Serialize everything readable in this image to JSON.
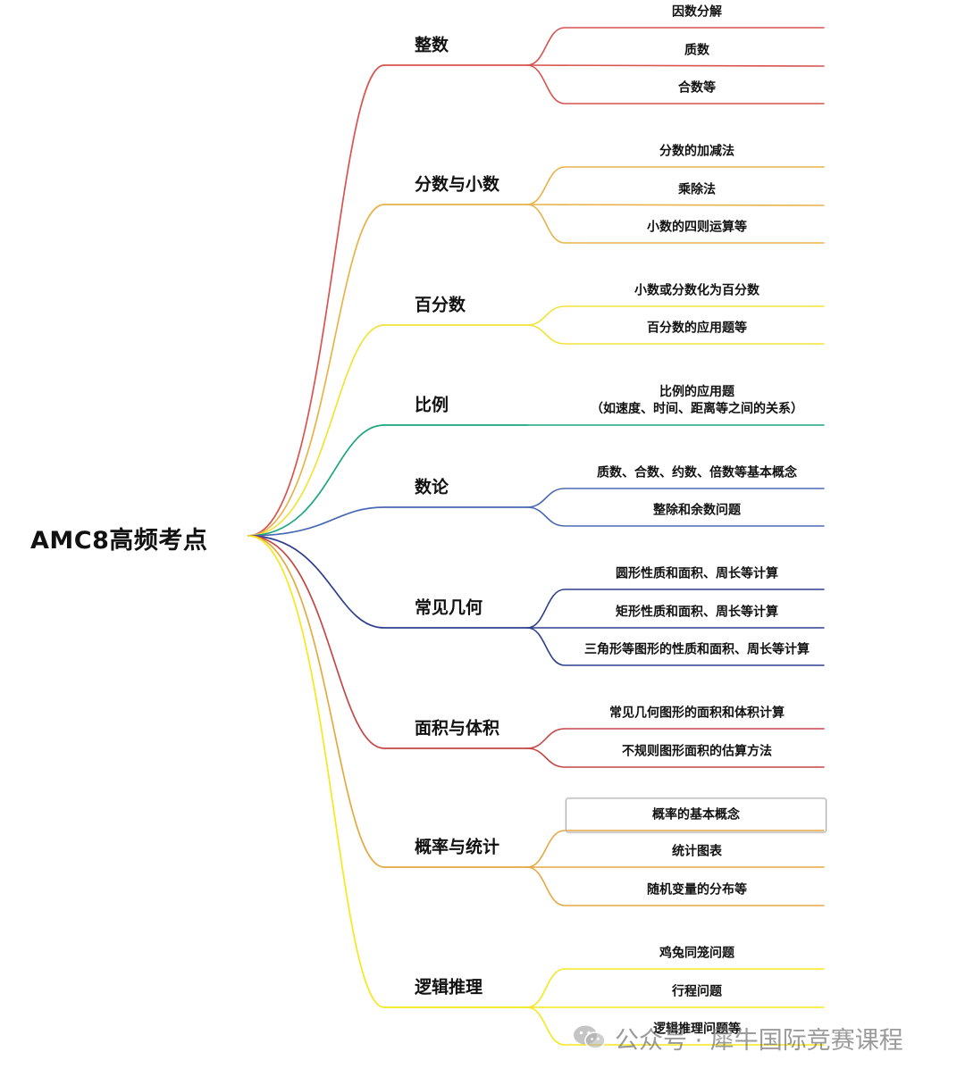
{
  "root": {
    "label": "AMC8高频考点"
  },
  "branches": [
    {
      "label": "整数",
      "color": "#d9534f",
      "leaves": [
        {
          "text": "因数分解"
        },
        {
          "text": "质数"
        },
        {
          "text": "合数等"
        }
      ]
    },
    {
      "label": "分数与小数",
      "color": "#e8b34a",
      "leaves": [
        {
          "text": "分数的加减法"
        },
        {
          "text": "乘除法"
        },
        {
          "text": "小数的四则运算等"
        }
      ]
    },
    {
      "label": "百分数",
      "color": "#f2e339",
      "leaves": [
        {
          "text": "小数或分数化为百分数"
        },
        {
          "text": "百分数的应用题等"
        }
      ]
    },
    {
      "label": "比例",
      "color": "#1aa67f",
      "leaves": [
        {
          "text": "比例的应用题",
          "text2": "（如速度、时间、距离等之间的关系）"
        }
      ]
    },
    {
      "label": "数论",
      "color": "#4a69b5",
      "leaves": [
        {
          "text": "质数、合数、约数、倍数等基本概念"
        },
        {
          "text": "整除和余数问题"
        }
      ]
    },
    {
      "label": "常见几何",
      "color": "#2f3f8f",
      "leaves": [
        {
          "text": "圆形性质和面积、周长等计算"
        },
        {
          "text": "矩形性质和面积、周长等计算"
        },
        {
          "text": "三角形等图形的性质和面积、周长等计算"
        }
      ]
    },
    {
      "label": "面积与体积",
      "color": "#c64545",
      "leaves": [
        {
          "text": "常见几何图形的面积和体积计算"
        },
        {
          "text": "不规则图形面积的估算方法"
        }
      ]
    },
    {
      "label": "概率与统计",
      "color": "#e6a843",
      "leaves": [
        {
          "text": "概率的基本概念",
          "boxed": true
        },
        {
          "text": "统计图表"
        },
        {
          "text": "随机变量的分布等"
        }
      ]
    },
    {
      "label": "逻辑推理",
      "color": "#f5e81f",
      "leaves": [
        {
          "text": "鸡兔同笼问题"
        },
        {
          "text": "行程问题"
        },
        {
          "text": "逻辑推理问题等"
        }
      ]
    }
  ],
  "watermark": {
    "text": "公众号 · 犀牛国际竞赛课程",
    "icon": "wechat-icon"
  }
}
